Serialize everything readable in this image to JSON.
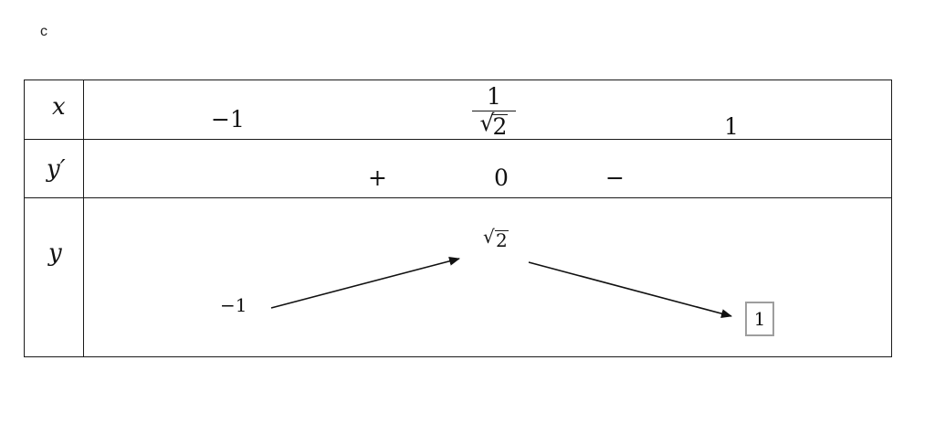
{
  "corner_label": "c",
  "rows": {
    "x_label": "x",
    "yprime_label": "y′",
    "y_label": "y"
  },
  "x_values": {
    "left": "−1",
    "middle_numerator": "1",
    "middle_radicand": "2",
    "right": "1"
  },
  "sign_row": {
    "left_sign": "+",
    "zero": "0",
    "right_sign": "−"
  },
  "y_values": {
    "left": "−1",
    "max_radicand": "2",
    "right_boxed": "1"
  },
  "arrows": [
    {
      "name": "increasing-arrow",
      "direction": "up"
    },
    {
      "name": "decreasing-arrow",
      "direction": "down"
    }
  ]
}
